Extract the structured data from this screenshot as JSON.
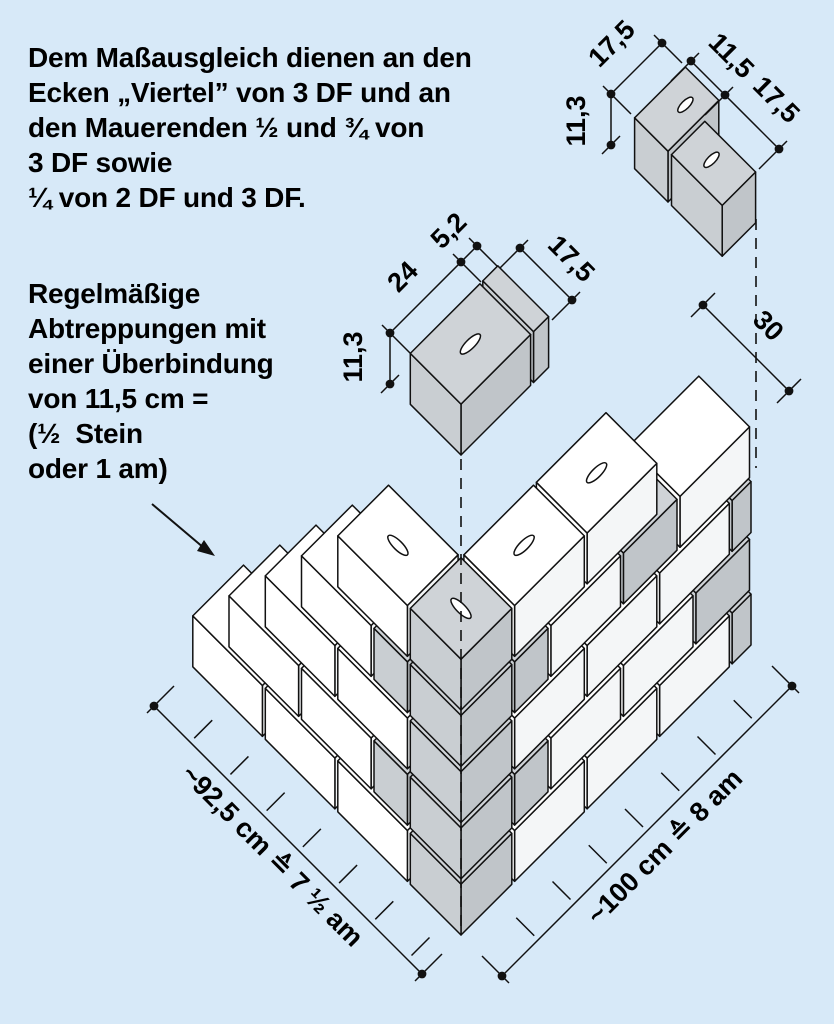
{
  "background_color": "#d7e9f8",
  "colors": {
    "outline": "#111111",
    "brick_white": "#ffffff",
    "brick_white_end": "#f4f6f7",
    "gray_top": "#cfd3d7",
    "gray_front": "#c9ced2",
    "gray_end": "#c0c5c9"
  },
  "paragraph1": {
    "lines": [
      "Dem Maßausgleich dienen an den",
      "Ecken „Viertel” von 3 DF und an",
      "den Mauerenden ½ und ¾ von",
      "3 DF sowie",
      "¼ von 2 DF und 3 DF."
    ]
  },
  "paragraph2": {
    "lines": [
      "Regelmäßige",
      "Abtreppungen mit",
      "einer Überbindung",
      "von 11,5 cm =",
      "(½  Stein",
      "oder 1 am)"
    ]
  },
  "dimensions": {
    "quarter_depth": "17,5",
    "quarter_height": "11,3",
    "quarter_width_small": "11,5",
    "quarter_width_large": "17,5",
    "brick_length": "24",
    "closure_width": "5,2",
    "brick_width": "17,5",
    "brick_height": "11,3",
    "corner_pair_width": "30",
    "left_wall": "~92,5 cm ≙ 7 ½ am",
    "right_wall": "~100 cm ≙ 8 am"
  }
}
